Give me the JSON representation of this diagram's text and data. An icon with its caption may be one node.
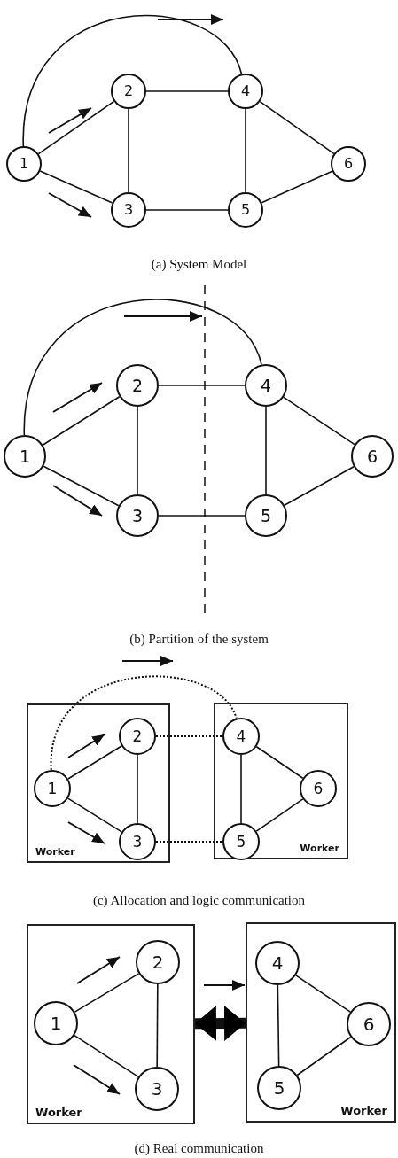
{
  "diagram": {
    "nodes": [
      {
        "text": [
          "1"
        ]
      },
      {
        "text": [
          "2"
        ]
      },
      {
        "text": [
          "3"
        ]
      },
      {
        "text": [
          "4"
        ]
      },
      {
        "text": [
          "5"
        ]
      },
      {
        "text": [
          "6"
        ]
      },
      {
        "text": [
          "1"
        ]
      },
      {
        "text": [
          "2"
        ]
      },
      {
        "text": [
          "3"
        ]
      },
      {
        "text": [
          "4"
        ]
      },
      {
        "text": [
          "5"
        ]
      },
      {
        "text": [
          "6"
        ]
      },
      {
        "text": [
          "Worker"
        ]
      },
      {
        "text": [
          "1"
        ],
        "in": 12
      },
      {
        "text": [
          "2"
        ],
        "in": 12
      },
      {
        "text": [
          "3"
        ],
        "in": 12
      },
      {
        "text": [
          "Worker"
        ]
      },
      {
        "text": [
          "4"
        ],
        "in": 16
      },
      {
        "text": [
          "5"
        ],
        "in": 16
      },
      {
        "text": [
          "6"
        ],
        "in": 16
      },
      {
        "text": [
          "Worker"
        ]
      },
      {
        "text": [
          "1"
        ],
        "in": 20
      },
      {
        "text": [
          "2"
        ],
        "in": 20
      },
      {
        "text": [
          "3"
        ],
        "in": 20
      },
      {
        "text": [
          "Worker"
        ]
      },
      {
        "text": [
          "4"
        ],
        "in": 24
      },
      {
        "text": [
          "5"
        ],
        "in": 24
      },
      {
        "text": [
          "6"
        ],
        "in": 24
      }
    ],
    "edges": [
      {
        "from": 0,
        "to": 1,
        "arrow": "none"
      },
      {
        "from": 0,
        "to": 2,
        "arrow": "none"
      },
      {
        "from": 1,
        "to": 2,
        "arrow": "none"
      },
      {
        "from": 1,
        "to": 3,
        "arrow": "none"
      },
      {
        "from": 2,
        "to": 4,
        "arrow": "none"
      },
      {
        "from": 3,
        "to": 4,
        "arrow": "none"
      },
      {
        "from": 3,
        "to": 5,
        "arrow": "none"
      },
      {
        "from": 4,
        "to": 5,
        "arrow": "none"
      },
      {
        "from": 0,
        "to": 3,
        "arrow": "none"
      },
      {
        "from": 6,
        "to": 7,
        "arrow": "none"
      },
      {
        "from": 6,
        "to": 8,
        "arrow": "none"
      },
      {
        "from": 7,
        "to": 8,
        "arrow": "none"
      },
      {
        "from": 7,
        "to": 9,
        "arrow": "none"
      },
      {
        "from": 8,
        "to": 10,
        "arrow": "none"
      },
      {
        "from": 9,
        "to": 10,
        "arrow": "none"
      },
      {
        "from": 9,
        "to": 11,
        "arrow": "none"
      },
      {
        "from": 10,
        "to": 11,
        "arrow": "none"
      },
      {
        "from": 6,
        "to": 9,
        "arrow": "none"
      },
      {
        "from": 13,
        "to": 14,
        "arrow": "none"
      },
      {
        "from": 13,
        "to": 15,
        "arrow": "none"
      },
      {
        "from": 14,
        "to": 15,
        "arrow": "none"
      },
      {
        "from": 14,
        "to": 17,
        "arrow": "none",
        "style": "dashed"
      },
      {
        "from": 15,
        "to": 18,
        "arrow": "none",
        "style": "dashed"
      },
      {
        "from": 17,
        "to": 18,
        "arrow": "none"
      },
      {
        "from": 17,
        "to": 19,
        "arrow": "none"
      },
      {
        "from": 18,
        "to": 19,
        "arrow": "none"
      },
      {
        "from": 13,
        "to": 17,
        "arrow": "none",
        "style": "dashed"
      },
      {
        "from": 21,
        "to": 22,
        "arrow": "none"
      },
      {
        "from": 21,
        "to": 23,
        "arrow": "none"
      },
      {
        "from": 22,
        "to": 23,
        "arrow": "none"
      },
      {
        "from": 25,
        "to": 26,
        "arrow": "none"
      },
      {
        "from": 25,
        "to": 27,
        "arrow": "none"
      },
      {
        "from": 26,
        "to": 27,
        "arrow": "none"
      },
      {
        "from": 20,
        "to": 24,
        "arrow": "both",
        "style": "thick"
      }
    ],
    "labels": [
      "(a) System Model",
      "(b) Partition of the system",
      "(c) Allocation and logic communication",
      "(d) Real communication"
    ]
  }
}
